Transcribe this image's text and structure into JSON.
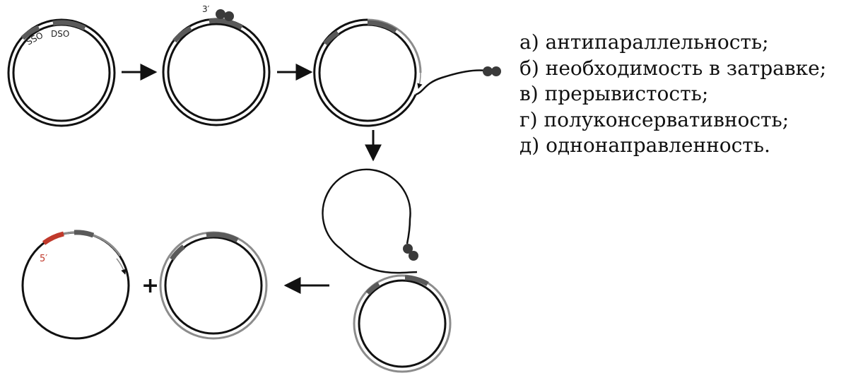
{
  "diagram": {
    "labels": {
      "sso": "SSO",
      "dso": "DSO",
      "three_prime": "3′",
      "five_prime": "5′",
      "plus": "+"
    },
    "colors": {
      "strand": "#111111",
      "new_strand": "#8c8c8c",
      "origin": "#5a5a5a",
      "primer": "#c0392b",
      "protein": "#3a3a3a"
    }
  },
  "options": [
    "а) антипараллельность;",
    "б) необходимость в затравке;",
    "в) прерывистость;",
    "г) полуконсервативность;",
    "д) однонаправленность."
  ]
}
